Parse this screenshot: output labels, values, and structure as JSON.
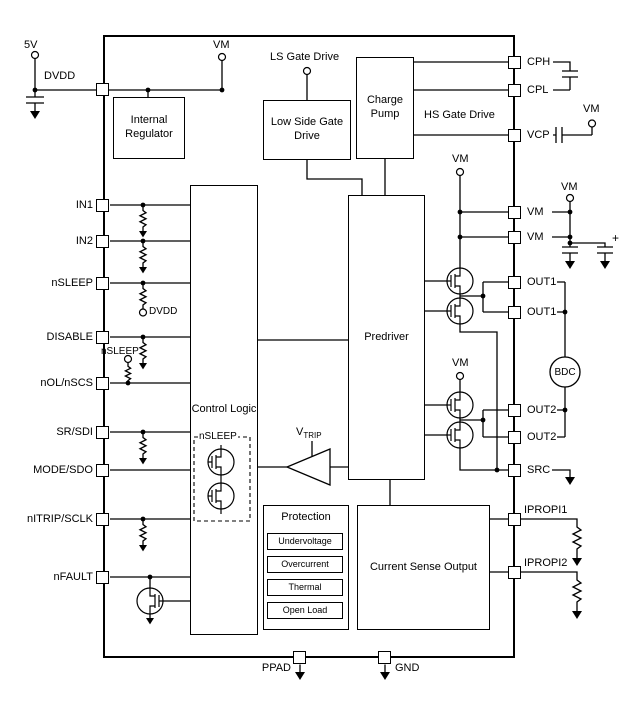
{
  "pins": {
    "left": [
      "DVDD",
      "IN1",
      "IN2",
      "nSLEEP",
      "DISABLE",
      "nOL/nSCS",
      "SR/SDI",
      "MODE/SDO",
      "nITRIP/SCLK",
      "nFAULT"
    ],
    "right": [
      "CPH",
      "CPL",
      "VCP",
      "VM",
      "VM",
      "OUT1",
      "OUT1",
      "OUT2",
      "OUT2",
      "SRC",
      "IPROPI1",
      "IPROPI2"
    ],
    "bottom": [
      "PPAD",
      "GND"
    ]
  },
  "blocks": {
    "internal_regulator": "Internal Regulator",
    "low_side_gate_drive": "Low Side Gate Drive",
    "charge_pump": "Charge Pump",
    "predriver": "Predriver",
    "control_logic": "Control Logic",
    "protection_title": "Protection",
    "protection_items": [
      "Undervoltage",
      "Overcurrent",
      "Thermal",
      "Open Load"
    ],
    "current_sense_output": "Current Sense Output"
  },
  "net_labels": {
    "v5": "5V",
    "vm_top": "VM",
    "ls_gate_drive": "LS Gate Drive",
    "hs_gate_drive": "HS Gate Drive",
    "vm_vcp": "VM",
    "vm_supply": "VM",
    "vm_bridge_a": "VM",
    "vm_bridge_b": "VM",
    "dvdd_pullup": "DVDD",
    "nsleep_pullup": "nSLEEP",
    "nsleep_gate_box": "nSLEEP",
    "vtrip_base": "V",
    "vtrip_sub": "TRIP",
    "motor": "BDC",
    "cap_plus": "+"
  }
}
